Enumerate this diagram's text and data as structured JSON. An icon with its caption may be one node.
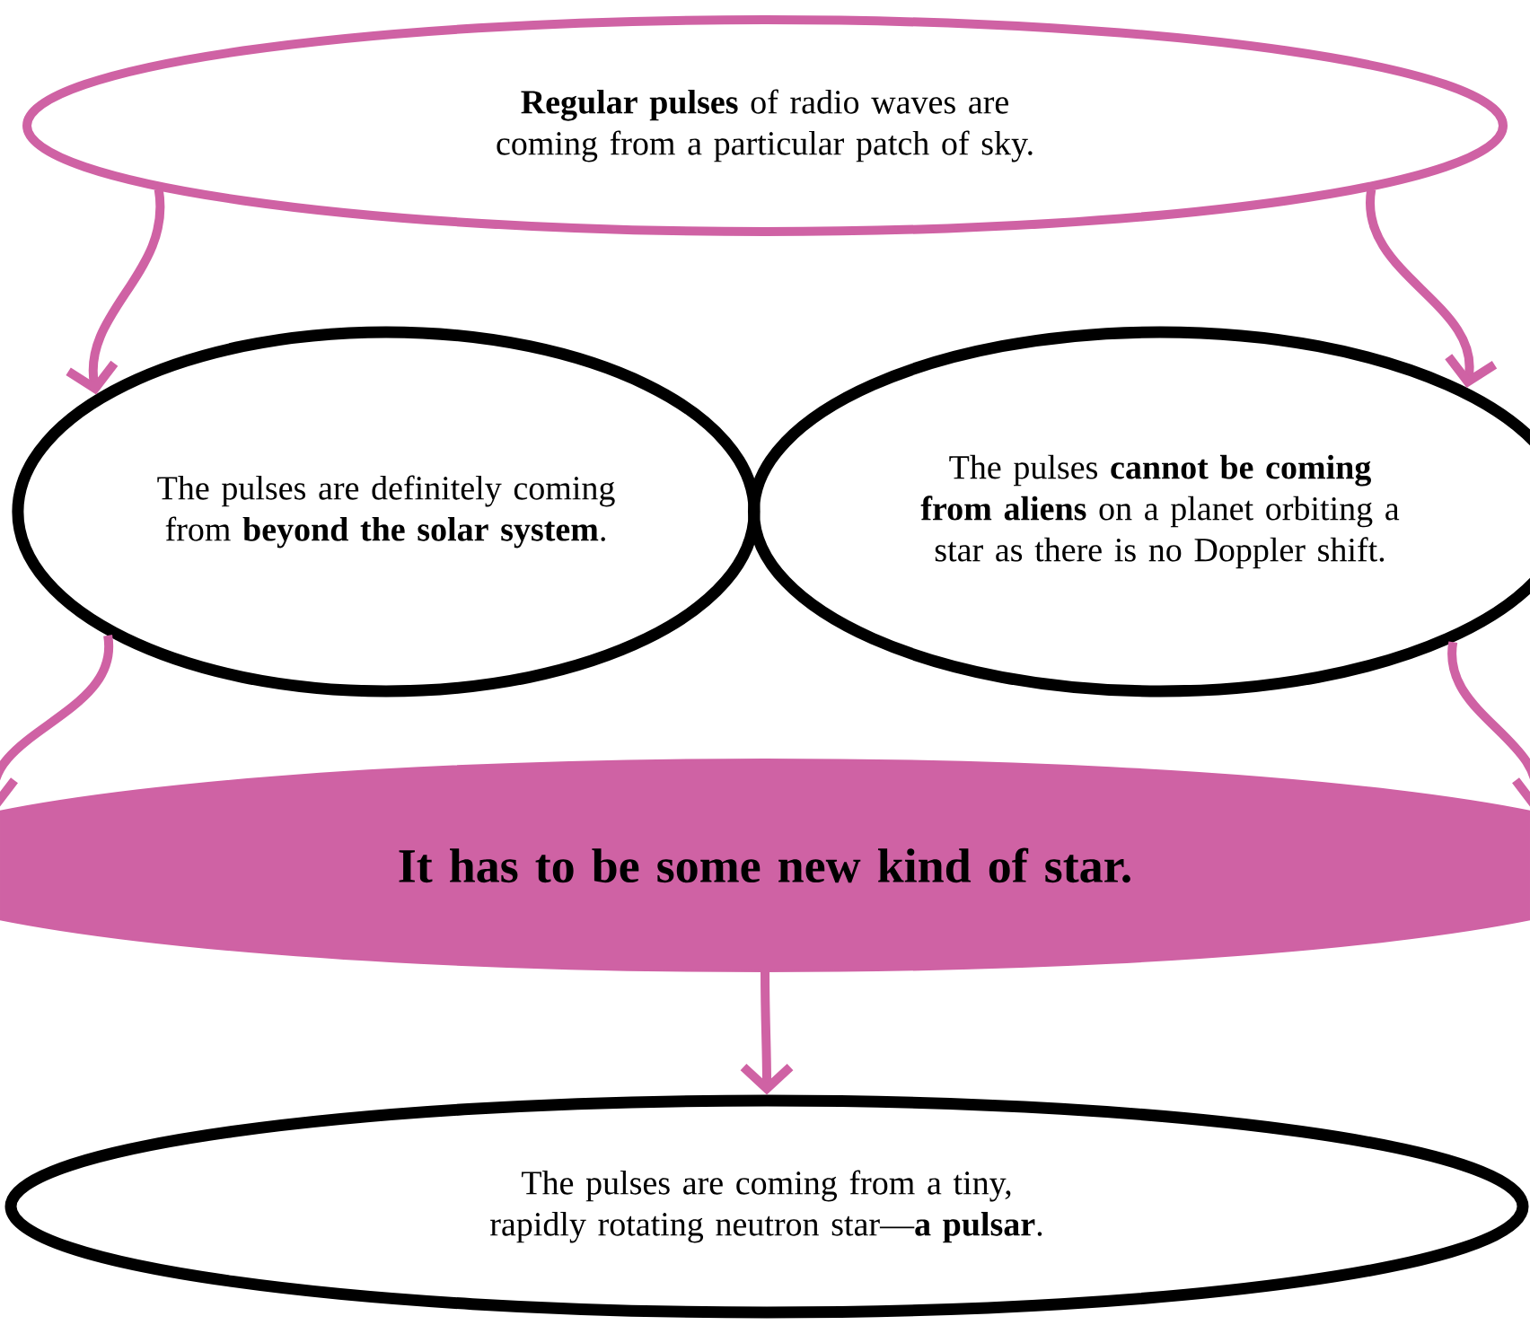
{
  "diagram": {
    "nodes": [
      {
        "text": [
          "**Regular pulses** of radio waves are coming from a particular patch of sky."
        ]
      },
      {
        "text": [
          "The pulses are definitely coming from **beyond the solar system**."
        ]
      },
      {
        "text": [
          "The pulses **cannot be coming from aliens** on a planet orbiting a star as there is no Doppler shift."
        ]
      },
      {
        "text": [
          "It has to be some new kind of star."
        ]
      },
      {
        "text": [
          "The pulses are coming from a tiny, rapidly rotating neutron star—**a pulsar**."
        ]
      }
    ],
    "edges": [
      {
        "from": 0,
        "to": 1,
        "arrow": "to"
      },
      {
        "from": 0,
        "to": 2,
        "arrow": "to"
      },
      {
        "from": 1,
        "to": 3,
        "arrow": "to"
      },
      {
        "from": 2,
        "to": 3,
        "arrow": "to"
      },
      {
        "from": 3,
        "to": 4,
        "arrow": "to"
      }
    ]
  }
}
